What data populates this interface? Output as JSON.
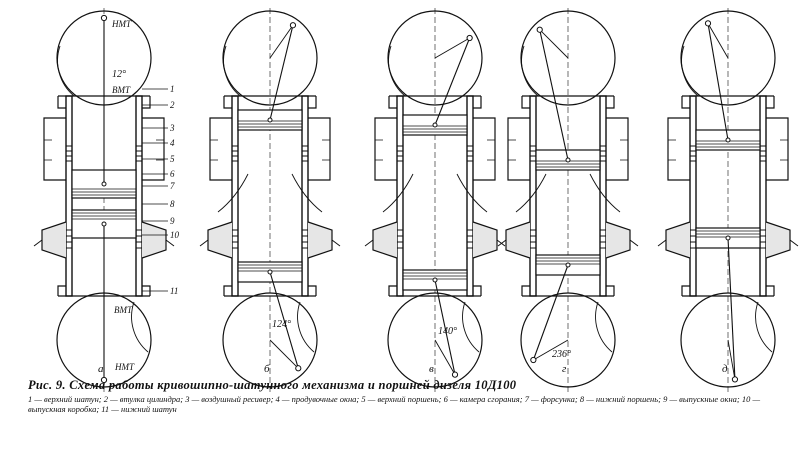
{
  "labels": {
    "nmt_top": "НМТ",
    "vmt_top": "ВМТ",
    "vmt_bottom": "ВМТ",
    "nmt_bottom": "НМТ",
    "angle_top": "12°",
    "angle_b": "124°",
    "angle_v": "140°",
    "angle_g": "236°"
  },
  "panels": [
    {
      "letter": "а"
    },
    {
      "letter": "б"
    },
    {
      "letter": "в"
    },
    {
      "letter": "г"
    },
    {
      "letter": "д"
    }
  ],
  "callouts": [
    "1",
    "2",
    "3",
    "4",
    "5",
    "6",
    "7",
    "8",
    "9",
    "10",
    "11"
  ],
  "caption": {
    "title": "Рис. 9. Схема работы кривошипно-шатунного механизма и поршней дизеля 10Д100",
    "legend": "1 — верхний шатун; 2 — втулка цилиндра; 3 — воздушный ресивер; 4 — продувочные окна; 5 — верхний поршень; 6 — камера сгорания; 7 — форсунка; 8 — нижний поршень; 9 — выпускные окна; 10 — выпускная коробка; 11 — нижний шатун"
  },
  "colors": {
    "ink": "#111111",
    "background": "#ffffff"
  }
}
